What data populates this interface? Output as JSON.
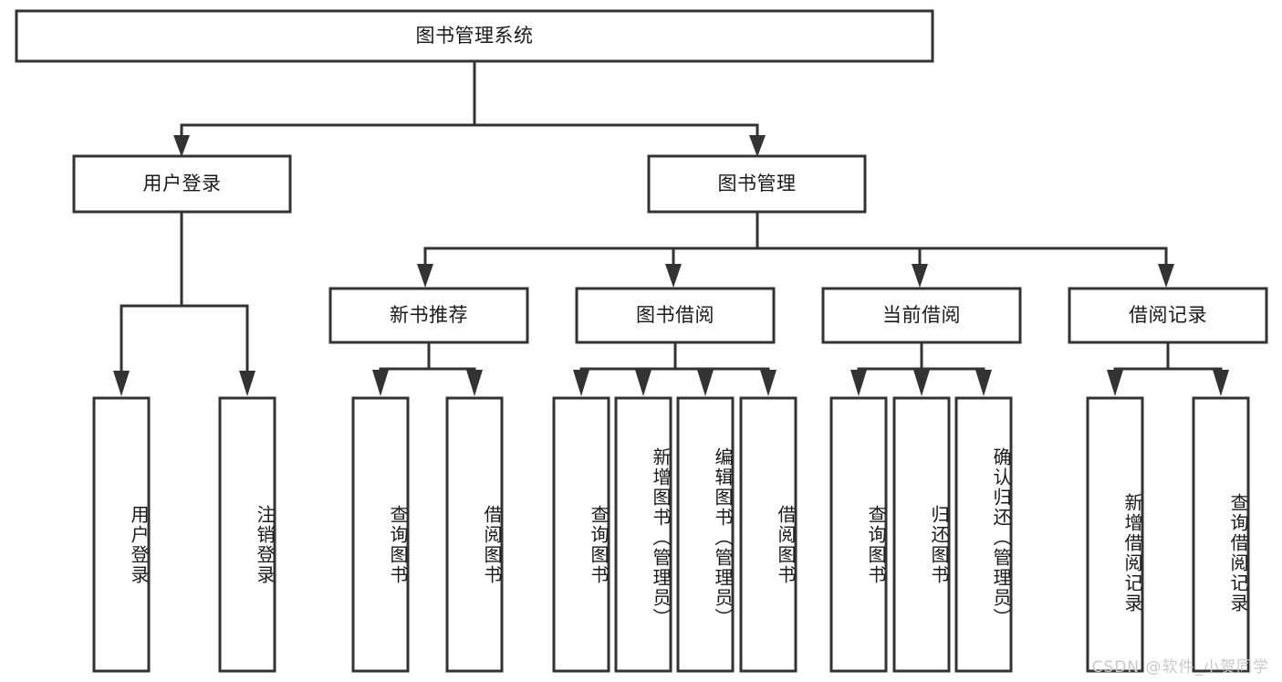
{
  "diagram": {
    "title": "图书管理系统",
    "watermark": "CSDN @软件_小贺同学",
    "colors": {
      "line": "#333333",
      "box_fill": "#ffffff",
      "text": "#1a1a1a",
      "watermark": "#c9c9c9",
      "background": "#ffffff"
    },
    "nodes": {
      "root": {
        "label": "图书管理系统"
      },
      "level2": [
        {
          "id": "user-login",
          "label": "用户登录"
        },
        {
          "id": "book-management",
          "label": "图书管理"
        }
      ],
      "level3": [
        {
          "id": "new-book-recommend",
          "label": "新书推荐"
        },
        {
          "id": "book-borrow",
          "label": "图书借阅"
        },
        {
          "id": "current-borrow",
          "label": "当前借阅"
        },
        {
          "id": "borrow-record",
          "label": "借阅记录"
        }
      ],
      "leaves": {
        "user_login": [
          {
            "id": "leaf-user-login",
            "label": "用户登录"
          },
          {
            "id": "leaf-logout",
            "label": "注销登录"
          }
        ],
        "new_book_recommend": [
          {
            "id": "leaf-query-book-1",
            "label": "查询图书"
          },
          {
            "id": "leaf-borrow-book-1",
            "label": "借阅图书"
          }
        ],
        "book_borrow": [
          {
            "id": "leaf-query-book-2",
            "label": "查询图书"
          },
          {
            "id": "leaf-add-book",
            "label": "新增图书（管理员）"
          },
          {
            "id": "leaf-edit-book",
            "label": "编辑图书（管理员）"
          },
          {
            "id": "leaf-borrow-book-2",
            "label": "借阅图书"
          }
        ],
        "current_borrow": [
          {
            "id": "leaf-query-book-3",
            "label": "查询图书"
          },
          {
            "id": "leaf-return-book",
            "label": "归还图书"
          },
          {
            "id": "leaf-confirm-return",
            "label": "确认归还（管理员）"
          }
        ],
        "borrow_record": [
          {
            "id": "leaf-add-record",
            "label": "新增借阅记录"
          },
          {
            "id": "leaf-query-record",
            "label": "查询借阅记录"
          }
        ]
      }
    }
  }
}
